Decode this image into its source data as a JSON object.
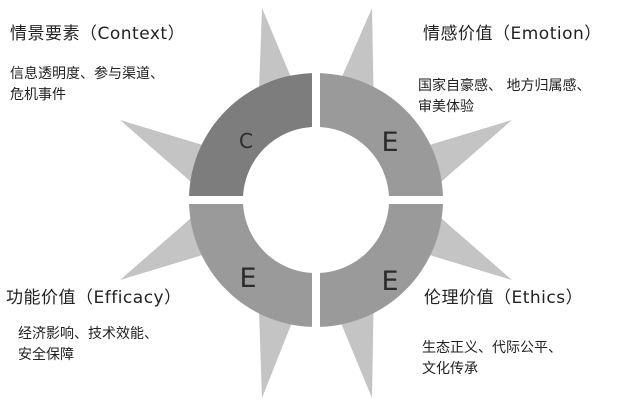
{
  "quadrants": [
    {
      "id": "context",
      "heading": "情景要素（Context）",
      "items": [
        "信息透明度、参与渠道、",
        "危机事件"
      ],
      "letter": "C",
      "color": "#7d7d7d"
    },
    {
      "id": "emotion",
      "heading": "情感价值（Emotion）",
      "items": [
        "国家自豪感、 地方归属感、",
        "审美体验"
      ],
      "letter": "E",
      "color": "#9a9a9a"
    },
    {
      "id": "efficacy",
      "heading": "功能价值（Efficacy）",
      "items": [
        "经济影响、技术效能、",
        "安全保障"
      ],
      "letter": "E",
      "color": "#9a9a9a"
    },
    {
      "id": "ethics",
      "heading": "伦理价值（Ethics）",
      "items": [
        "生态正义、代际公平、",
        "文化传承"
      ],
      "letter": "E",
      "color": "#9a9a9a"
    }
  ],
  "colors": {
    "spike": "#c4c4c4",
    "background": "#ffffff"
  }
}
